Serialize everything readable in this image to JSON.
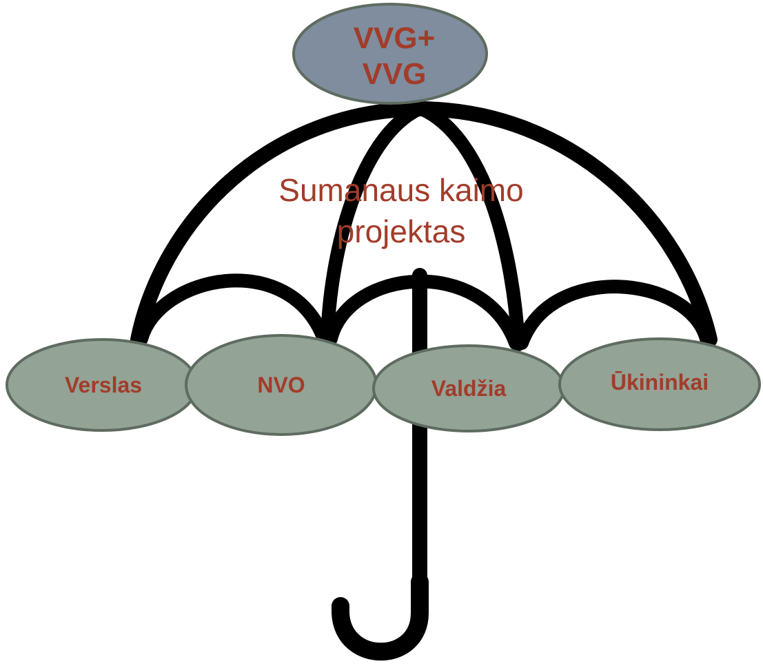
{
  "top_cloud": {
    "line1": "VVG+",
    "line2": "VVG"
  },
  "center_text": {
    "line1": "Sumanaus kaimo",
    "line2": "projektas"
  },
  "groups": [
    {
      "label": "Verslas"
    },
    {
      "label": "NVO"
    },
    {
      "label": "Valdžia"
    },
    {
      "label": "Ūkininkai"
    }
  ],
  "colors": {
    "text_accent": "#A23C2A",
    "top_ellipse_fill": "#7F8D9E",
    "group_ellipse_fill": "#93A396",
    "ellipse_stroke": "#5E6C60",
    "umbrella_stroke": "#000000",
    "background": "#FFFFFF"
  }
}
